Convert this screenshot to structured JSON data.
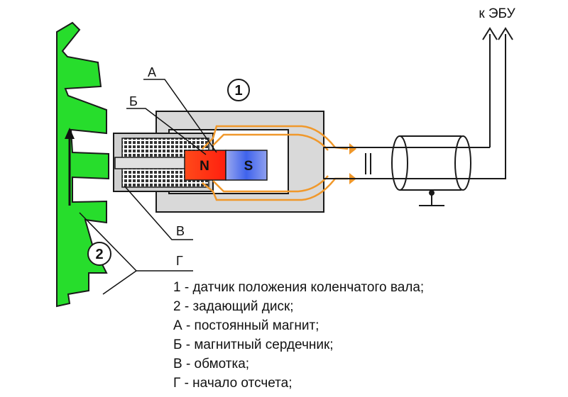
{
  "labels": {
    "sensor_number": "1",
    "disk_number": "2",
    "letter_a": "А",
    "letter_b": "Б",
    "letter_v": "В",
    "letter_g": "Г",
    "magnet_n": "N",
    "magnet_s": "S",
    "ecu": "к ЭБУ"
  },
  "legend": [
    "1 - датчик положения коленчатого вала;",
    "2 - задающий диск;",
    "А - постоянный магнит;",
    "Б - магнитный сердечник;",
    "В - обмотка;",
    "Г - начало отсчета;"
  ],
  "colors": {
    "disk": "#27dd2c",
    "magnet_n": "#ff2a12",
    "magnet_s": "#4f6fe8",
    "flux": "#f0982b",
    "housing": "#d9d9d9",
    "outline": "#1a1a1a"
  }
}
